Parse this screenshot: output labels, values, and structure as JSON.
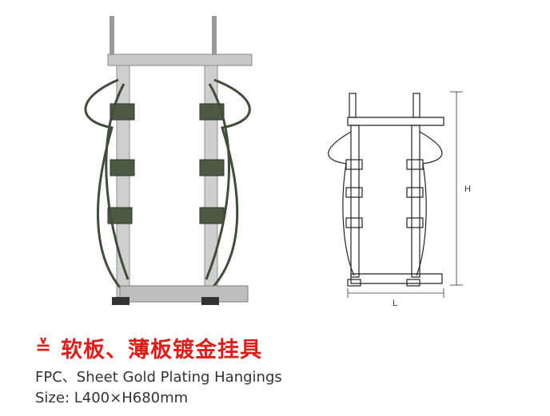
{
  "photo": {
    "alt": "FPC sheet gold plating hanging photo"
  },
  "drawing": {
    "h_label": "H",
    "l_label": "L"
  },
  "caption": {
    "title": "软板、薄板镀金挂具",
    "subtitle": "FPC、Sheet Gold Plating Hangings",
    "size": "Size: L400×H680mm"
  },
  "colors": {
    "accent": "#d9201c",
    "text": "#333333",
    "metal": "#b8b8b8",
    "cable": "#3f4d3a"
  }
}
